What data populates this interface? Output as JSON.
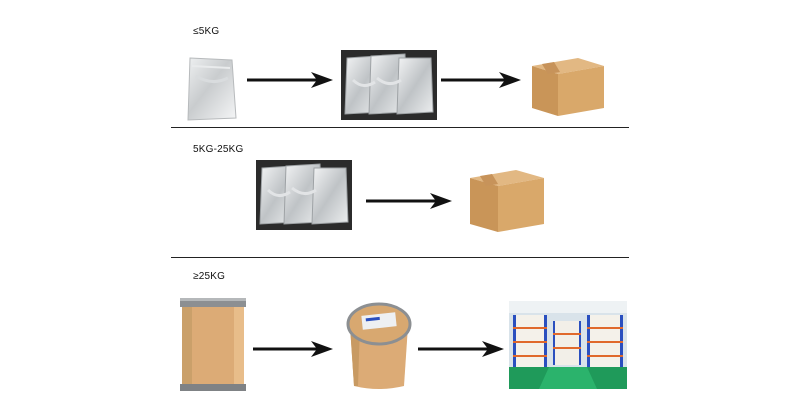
{
  "sections": [
    {
      "label": "≤5KG",
      "steps": [
        "foil-bag",
        "foil-bags-group",
        "carton-box"
      ]
    },
    {
      "label": "5KG-25KG",
      "steps": [
        "foil-bags-group",
        "carton-box"
      ]
    },
    {
      "label": "≥25KG",
      "steps": [
        "fiber-drum",
        "fiber-drum-lid",
        "warehouse-photo"
      ]
    }
  ],
  "colors": {
    "arrow": "#111111",
    "divider": "#222222",
    "carton": "#d7a86e",
    "foil_bg": "#2b2b2b",
    "warehouse_floor": "#1f9a5a",
    "warehouse_rack": "#2a4fbf"
  }
}
